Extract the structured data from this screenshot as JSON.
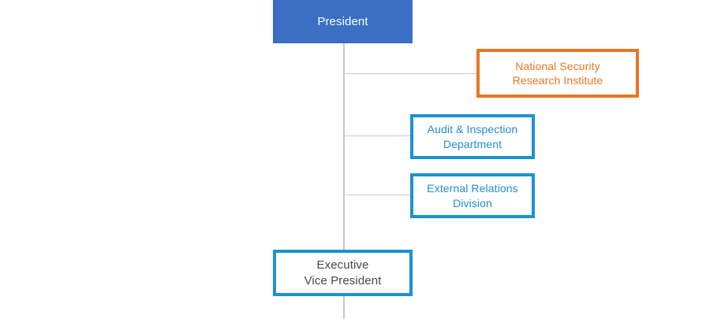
{
  "chart": {
    "type": "org-chart",
    "background": "#ffffff",
    "connector_color": "#c8c8c8",
    "nodes": [
      {
        "id": "president",
        "label": "President",
        "style": "filled-blue",
        "fill": "#3a6fc4",
        "text_color": "#ffffff",
        "level": 0
      },
      {
        "id": "nsri",
        "label": "National Security\nResearch Institute",
        "style": "outlined-orange",
        "border_color": "#e87722",
        "text_color": "#e87722",
        "level": 1,
        "relation": "staff-right"
      },
      {
        "id": "audit",
        "label": "Audit & Inspection\nDepartment",
        "style": "outlined-blue",
        "border_color": "#1b91d4",
        "text_color": "#1f8fd0",
        "level": 1,
        "relation": "staff-right"
      },
      {
        "id": "external",
        "label": "External Relations\nDivision",
        "style": "outlined-blue",
        "border_color": "#1b91d4",
        "text_color": "#1f8fd0",
        "level": 1,
        "relation": "staff-right"
      },
      {
        "id": "evp",
        "label": "Executive\nVice President",
        "style": "outlined-blue",
        "border_color": "#1b91d4",
        "text_color": "#474747",
        "level": 1,
        "relation": "line-below"
      }
    ],
    "edges": [
      {
        "from": "president",
        "to": "nsri"
      },
      {
        "from": "president",
        "to": "audit"
      },
      {
        "from": "president",
        "to": "external"
      },
      {
        "from": "president",
        "to": "evp"
      },
      {
        "from": "evp",
        "to": "continues-below"
      }
    ]
  }
}
